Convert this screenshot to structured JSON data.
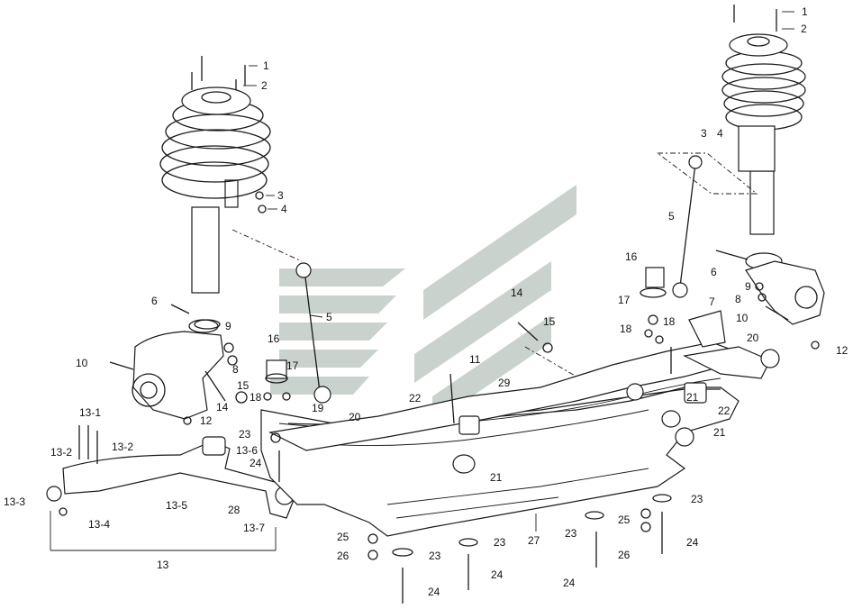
{
  "colors": {
    "line": "#1a1a1a",
    "watermark": "#c9d2cc",
    "background": "#ffffff"
  },
  "watermark": {
    "icon": "company-logo-watermark"
  },
  "callouts": [
    {
      "id": "c1",
      "text": "1"
    },
    {
      "id": "c2",
      "text": "2"
    },
    {
      "id": "c3",
      "text": "3"
    },
    {
      "id": "c4",
      "text": "4"
    },
    {
      "id": "c5",
      "text": "5"
    },
    {
      "id": "c6",
      "text": "6"
    },
    {
      "id": "c9",
      "text": "9"
    },
    {
      "id": "c8",
      "text": "8"
    },
    {
      "id": "c10",
      "text": "10"
    },
    {
      "id": "c16",
      "text": "16"
    },
    {
      "id": "c17",
      "text": "17"
    },
    {
      "id": "c15",
      "text": "15"
    },
    {
      "id": "c14",
      "text": "14"
    },
    {
      "id": "c18",
      "text": "18"
    },
    {
      "id": "c19",
      "text": "19"
    },
    {
      "id": "c12",
      "text": "12"
    },
    {
      "id": "c20",
      "text": "20"
    },
    {
      "id": "c23",
      "text": "23"
    },
    {
      "id": "c24",
      "text": "24"
    },
    {
      "id": "c28",
      "text": "28"
    },
    {
      "id": "c13_7",
      "text": "13-7"
    },
    {
      "id": "c13_1",
      "text": "13-1"
    },
    {
      "id": "c13_2a",
      "text": "13-2"
    },
    {
      "id": "c13_2b",
      "text": "13-2"
    },
    {
      "id": "c13_6",
      "text": "13-6"
    },
    {
      "id": "c13_3",
      "text": "13-3"
    },
    {
      "id": "c13_5",
      "text": "13-5"
    },
    {
      "id": "c13_4",
      "text": "13-4"
    },
    {
      "id": "c13",
      "text": "13"
    },
    {
      "id": "c22",
      "text": "22"
    },
    {
      "id": "c29",
      "text": "29"
    },
    {
      "id": "c11",
      "text": "11"
    },
    {
      "id": "c21",
      "text": "21"
    },
    {
      "id": "c25",
      "text": "25"
    },
    {
      "id": "c26",
      "text": "26"
    },
    {
      "id": "c23b",
      "text": "23"
    },
    {
      "id": "c24b",
      "text": "24"
    },
    {
      "id": "c24c",
      "text": "24"
    },
    {
      "id": "c23c",
      "text": "23"
    },
    {
      "id": "c27",
      "text": "27"
    },
    {
      "id": "c24d",
      "text": "24"
    },
    {
      "id": "c23d",
      "text": "23"
    },
    {
      "id": "c25b",
      "text": "25"
    },
    {
      "id": "c26b",
      "text": "26"
    },
    {
      "id": "c23e",
      "text": "23"
    },
    {
      "id": "c24e",
      "text": "24"
    },
    {
      "id": "c21b",
      "text": "21"
    },
    {
      "id": "c22b",
      "text": "22"
    },
    {
      "id": "c21c",
      "text": "21"
    },
    {
      "id": "c14b",
      "text": "14"
    },
    {
      "id": "c15b",
      "text": "15"
    },
    {
      "id": "c16b",
      "text": "16"
    },
    {
      "id": "c17b",
      "text": "17"
    },
    {
      "id": "c18b",
      "text": "18"
    },
    {
      "id": "c18c",
      "text": "18"
    },
    {
      "id": "c7",
      "text": "7"
    },
    {
      "id": "c20b",
      "text": "20"
    },
    {
      "id": "c12b",
      "text": "12"
    },
    {
      "id": "c10b",
      "text": "10"
    },
    {
      "id": "c8b",
      "text": "8"
    },
    {
      "id": "c9b",
      "text": "9"
    },
    {
      "id": "c6b",
      "text": "6"
    },
    {
      "id": "c5b",
      "text": "5"
    },
    {
      "id": "c3b",
      "text": "3"
    },
    {
      "id": "c4b",
      "text": "4"
    },
    {
      "id": "c1b",
      "text": "1"
    },
    {
      "id": "c2b",
      "text": "2"
    }
  ]
}
